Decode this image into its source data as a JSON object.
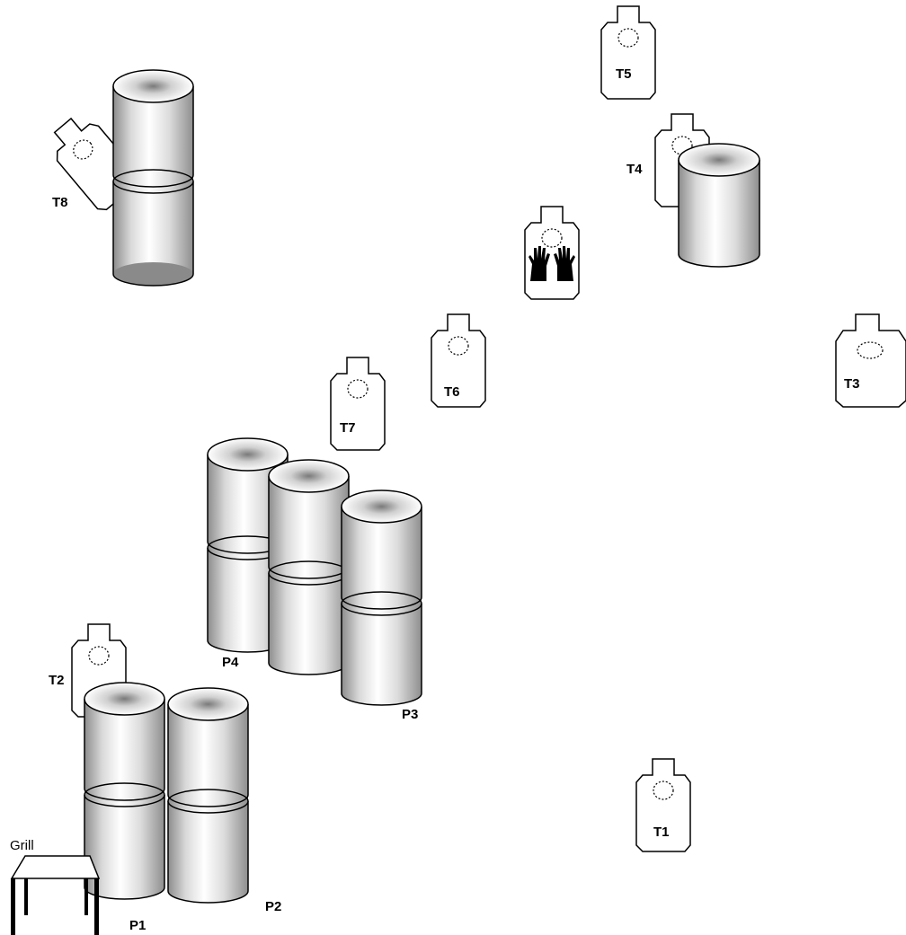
{
  "targets": [
    {
      "id": "t1",
      "label": "T1"
    },
    {
      "id": "t2",
      "label": "T2"
    },
    {
      "id": "t3",
      "label": "T3"
    },
    {
      "id": "t4",
      "label": "T4"
    },
    {
      "id": "t5",
      "label": "T5"
    },
    {
      "id": "t6",
      "label": "T6"
    },
    {
      "id": "t7",
      "label": "T7"
    },
    {
      "id": "t8",
      "label": "T8"
    }
  ],
  "no_shoot_target": {
    "icon": "hands-up-icon"
  },
  "barrel_stacks": [
    {
      "id": "p1",
      "label": "P1"
    },
    {
      "id": "p2",
      "label": "P2"
    },
    {
      "id": "p3",
      "label": "P3"
    },
    {
      "id": "p4",
      "label": "P4"
    }
  ],
  "props": {
    "grill_label": "Grill"
  },
  "colors": {
    "stroke": "#000000",
    "barrel_light": "#ffffff",
    "barrel_dark": "#8c8c8c",
    "barrel_top_center": "#7a7a7a"
  }
}
